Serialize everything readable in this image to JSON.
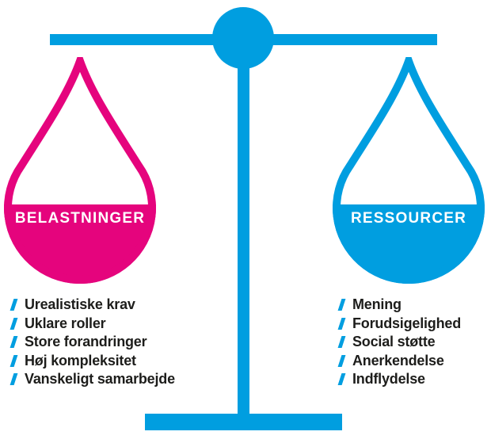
{
  "colors": {
    "pink": "#E5047D",
    "blue": "#009EE0",
    "ink": "#1D1D1B",
    "paper": "#FFFFFF"
  },
  "left": {
    "label": "BELASTNINGER",
    "items": [
      "Urealistiske krav",
      "Uklare roller",
      "Store forandringer",
      "Høj kompleksitet",
      "Vanskeligt samarbejde"
    ]
  },
  "right": {
    "label": "RESSOURCER",
    "items": [
      "Mening",
      "Forudsigelighed",
      "Social støtte",
      "Anerkendelse",
      "Indflydelse"
    ]
  }
}
